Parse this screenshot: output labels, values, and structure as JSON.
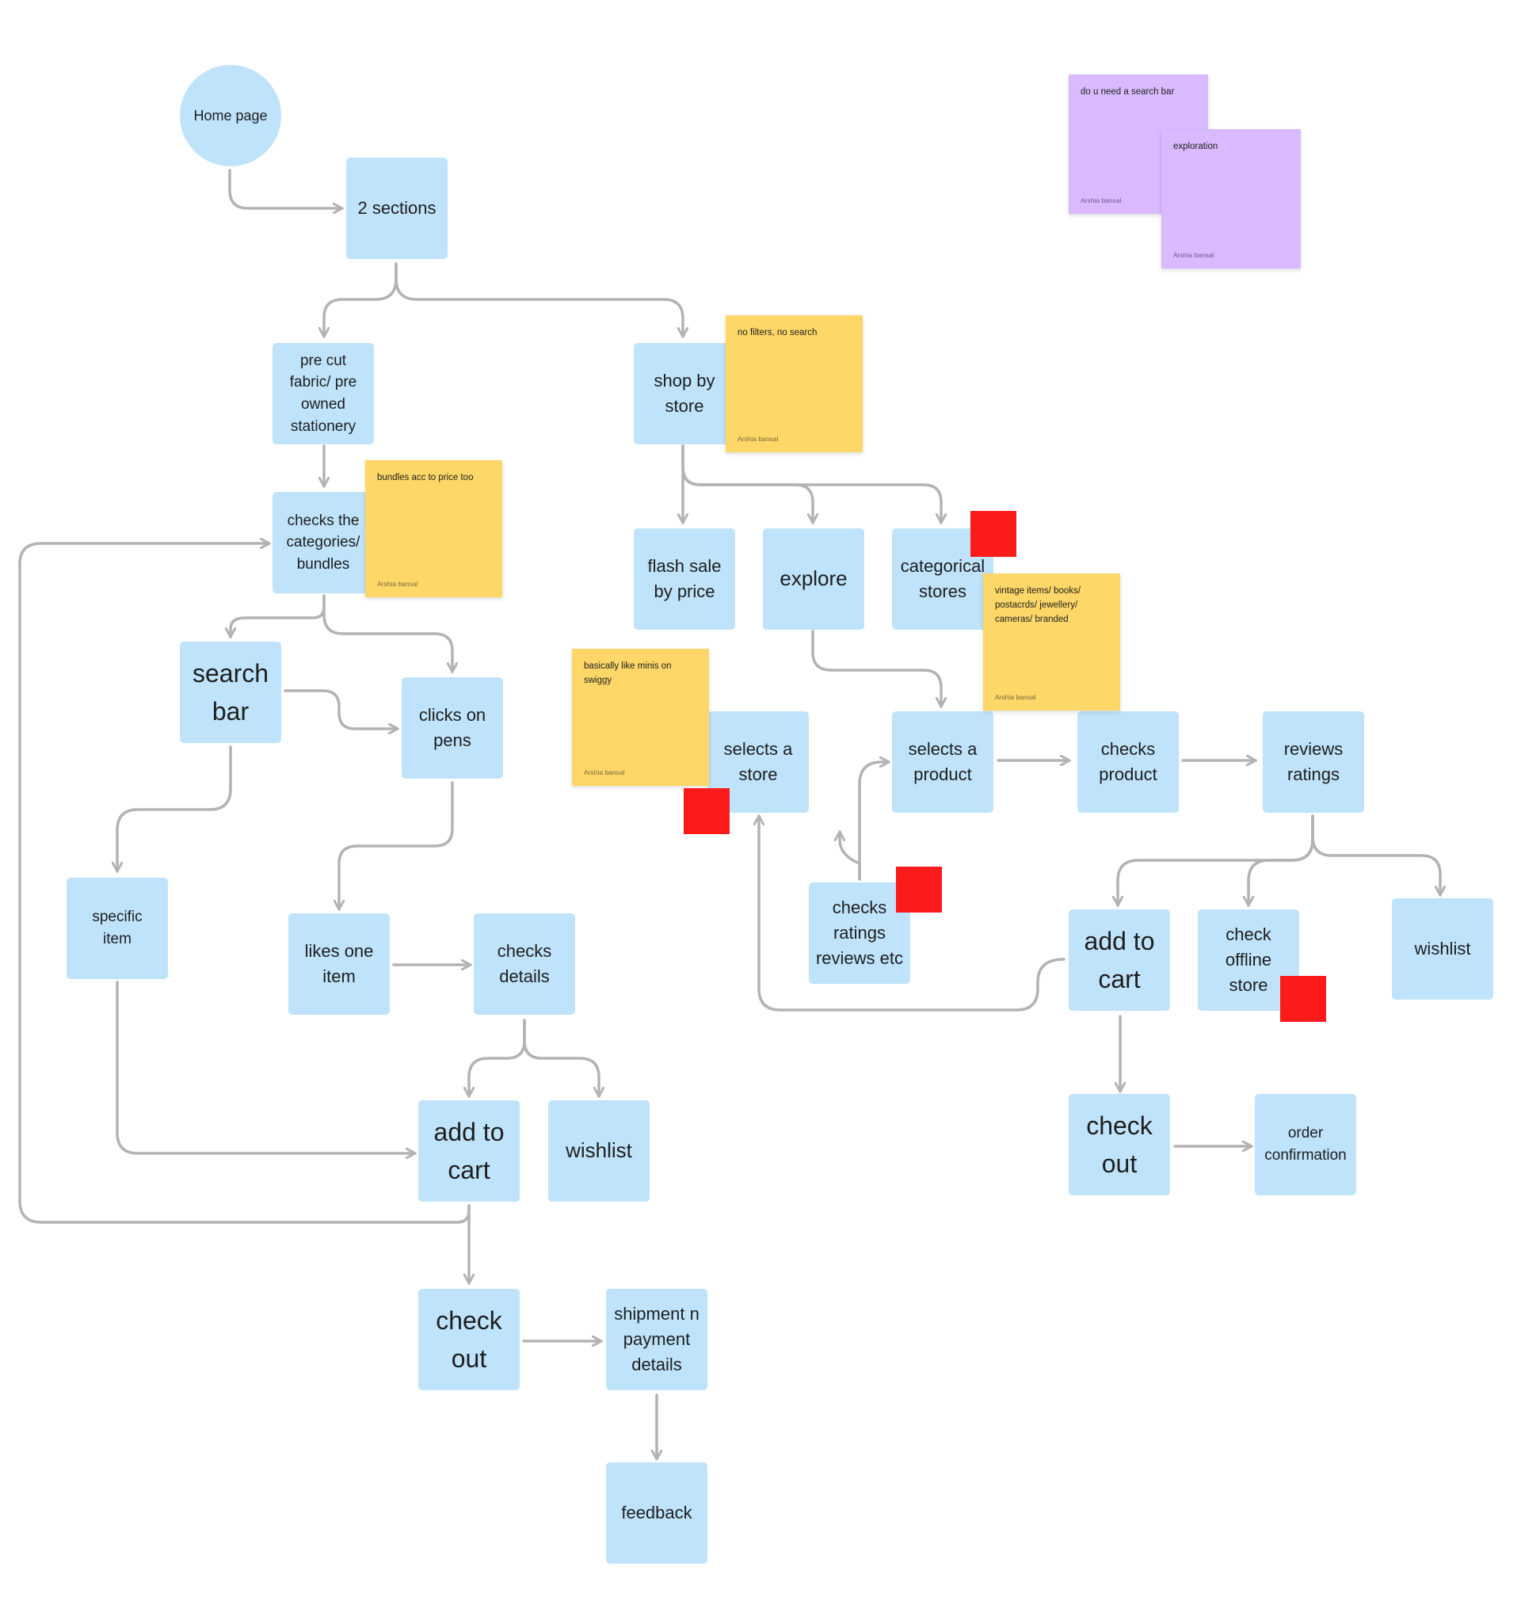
{
  "nodes": {
    "home": "Home page",
    "sections": "2 sections",
    "precut": "pre cut fabric/ pre owned stationery",
    "shop_by_store": "shop by store",
    "checks_categories": "checks the categories/ bundles",
    "flash_sale": "flash sale by price",
    "explore": "explore",
    "categorical_stores": "categorical stores",
    "search_bar": "search bar",
    "clicks_pens": "clicks on pens",
    "selects_store": "selects a store",
    "selects_product": "selects a product",
    "checks_product": "checks product",
    "reviews_ratings": "reviews ratings",
    "specific_item": "specific item",
    "likes_item": "likes one item",
    "checks_details": "checks details",
    "checks_ratings": "checks ratings reviews etc",
    "add_to_cart_right": "add to cart",
    "check_offline": "check offline store",
    "wishlist_right": "wishlist",
    "add_to_cart_left": "add to cart",
    "wishlist_left": "wishlist",
    "check_out_right": "check out",
    "order_confirmation": "order confirmation",
    "check_out_left": "check out",
    "shipment": "shipment n payment details",
    "feedback": "feedback"
  },
  "stickies": {
    "search_bar_q": {
      "text": "do u need a search bar",
      "author": "Arshia bansal"
    },
    "exploration": {
      "text": "exploration",
      "author": "Arshia bansal"
    },
    "no_filters": {
      "text": "no filters, no search",
      "author": "Arshia bansal"
    },
    "bundles_price": {
      "text": "bundles acc to price too",
      "author": "Arshia bansal"
    },
    "vintage": {
      "text": "vintage items/ books/ postacrds/ jewellery/ cameras/ branded",
      "author": "Arshia bansal"
    },
    "swiggy": {
      "text": "basically like minis on swiggy",
      "author": "Arshia bansal"
    }
  },
  "colors": {
    "node": "#bfe3fb",
    "connector": "#b3b3b3",
    "sticky_yellow": "#fdd768",
    "sticky_purple": "#d9bafe",
    "marker_red": "#fb1b1b"
  }
}
